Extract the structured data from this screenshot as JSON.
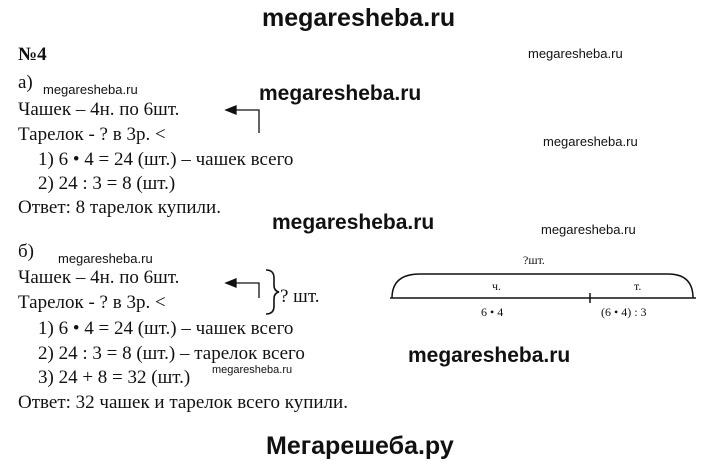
{
  "watermarks": {
    "top": "megaresheba.ru",
    "bottom": "Мегарешеба.ру",
    "small": "megaresheba.ru",
    "mid": "megaresheba.ru"
  },
  "task_number": "№4",
  "part_a": {
    "label": "а)",
    "lines": [
      "Чашек – 4н. по 6шт.",
      "Тарелок - ? в 3р. <",
      "1) 6 • 4 = 24 (шт.) – чашек всего",
      "2) 24 : 3 = 8 (шт.)",
      "Ответ: 8 тарелок купили."
    ]
  },
  "part_b": {
    "label": "б)",
    "lines": [
      "Чашек – 4н. по 6шт.",
      "Тарелок - ? в 3р. <",
      "1) 6 • 4 = 24 (шт.) – чашек всего",
      "2) 24 : 3 = 8 (шт.) – тарелок всего",
      "3) 24 + 8 = 32 (шт.)",
      "Ответ: 32 чашек и тарелок всего купили."
    ],
    "brace_label": "? шт."
  },
  "diagram": {
    "top_label": "?шт.",
    "seg1_label": "ч.",
    "seg2_label": "т.",
    "seg1_below": "6 • 4",
    "seg2_below": "(6 • 4) : 3"
  }
}
